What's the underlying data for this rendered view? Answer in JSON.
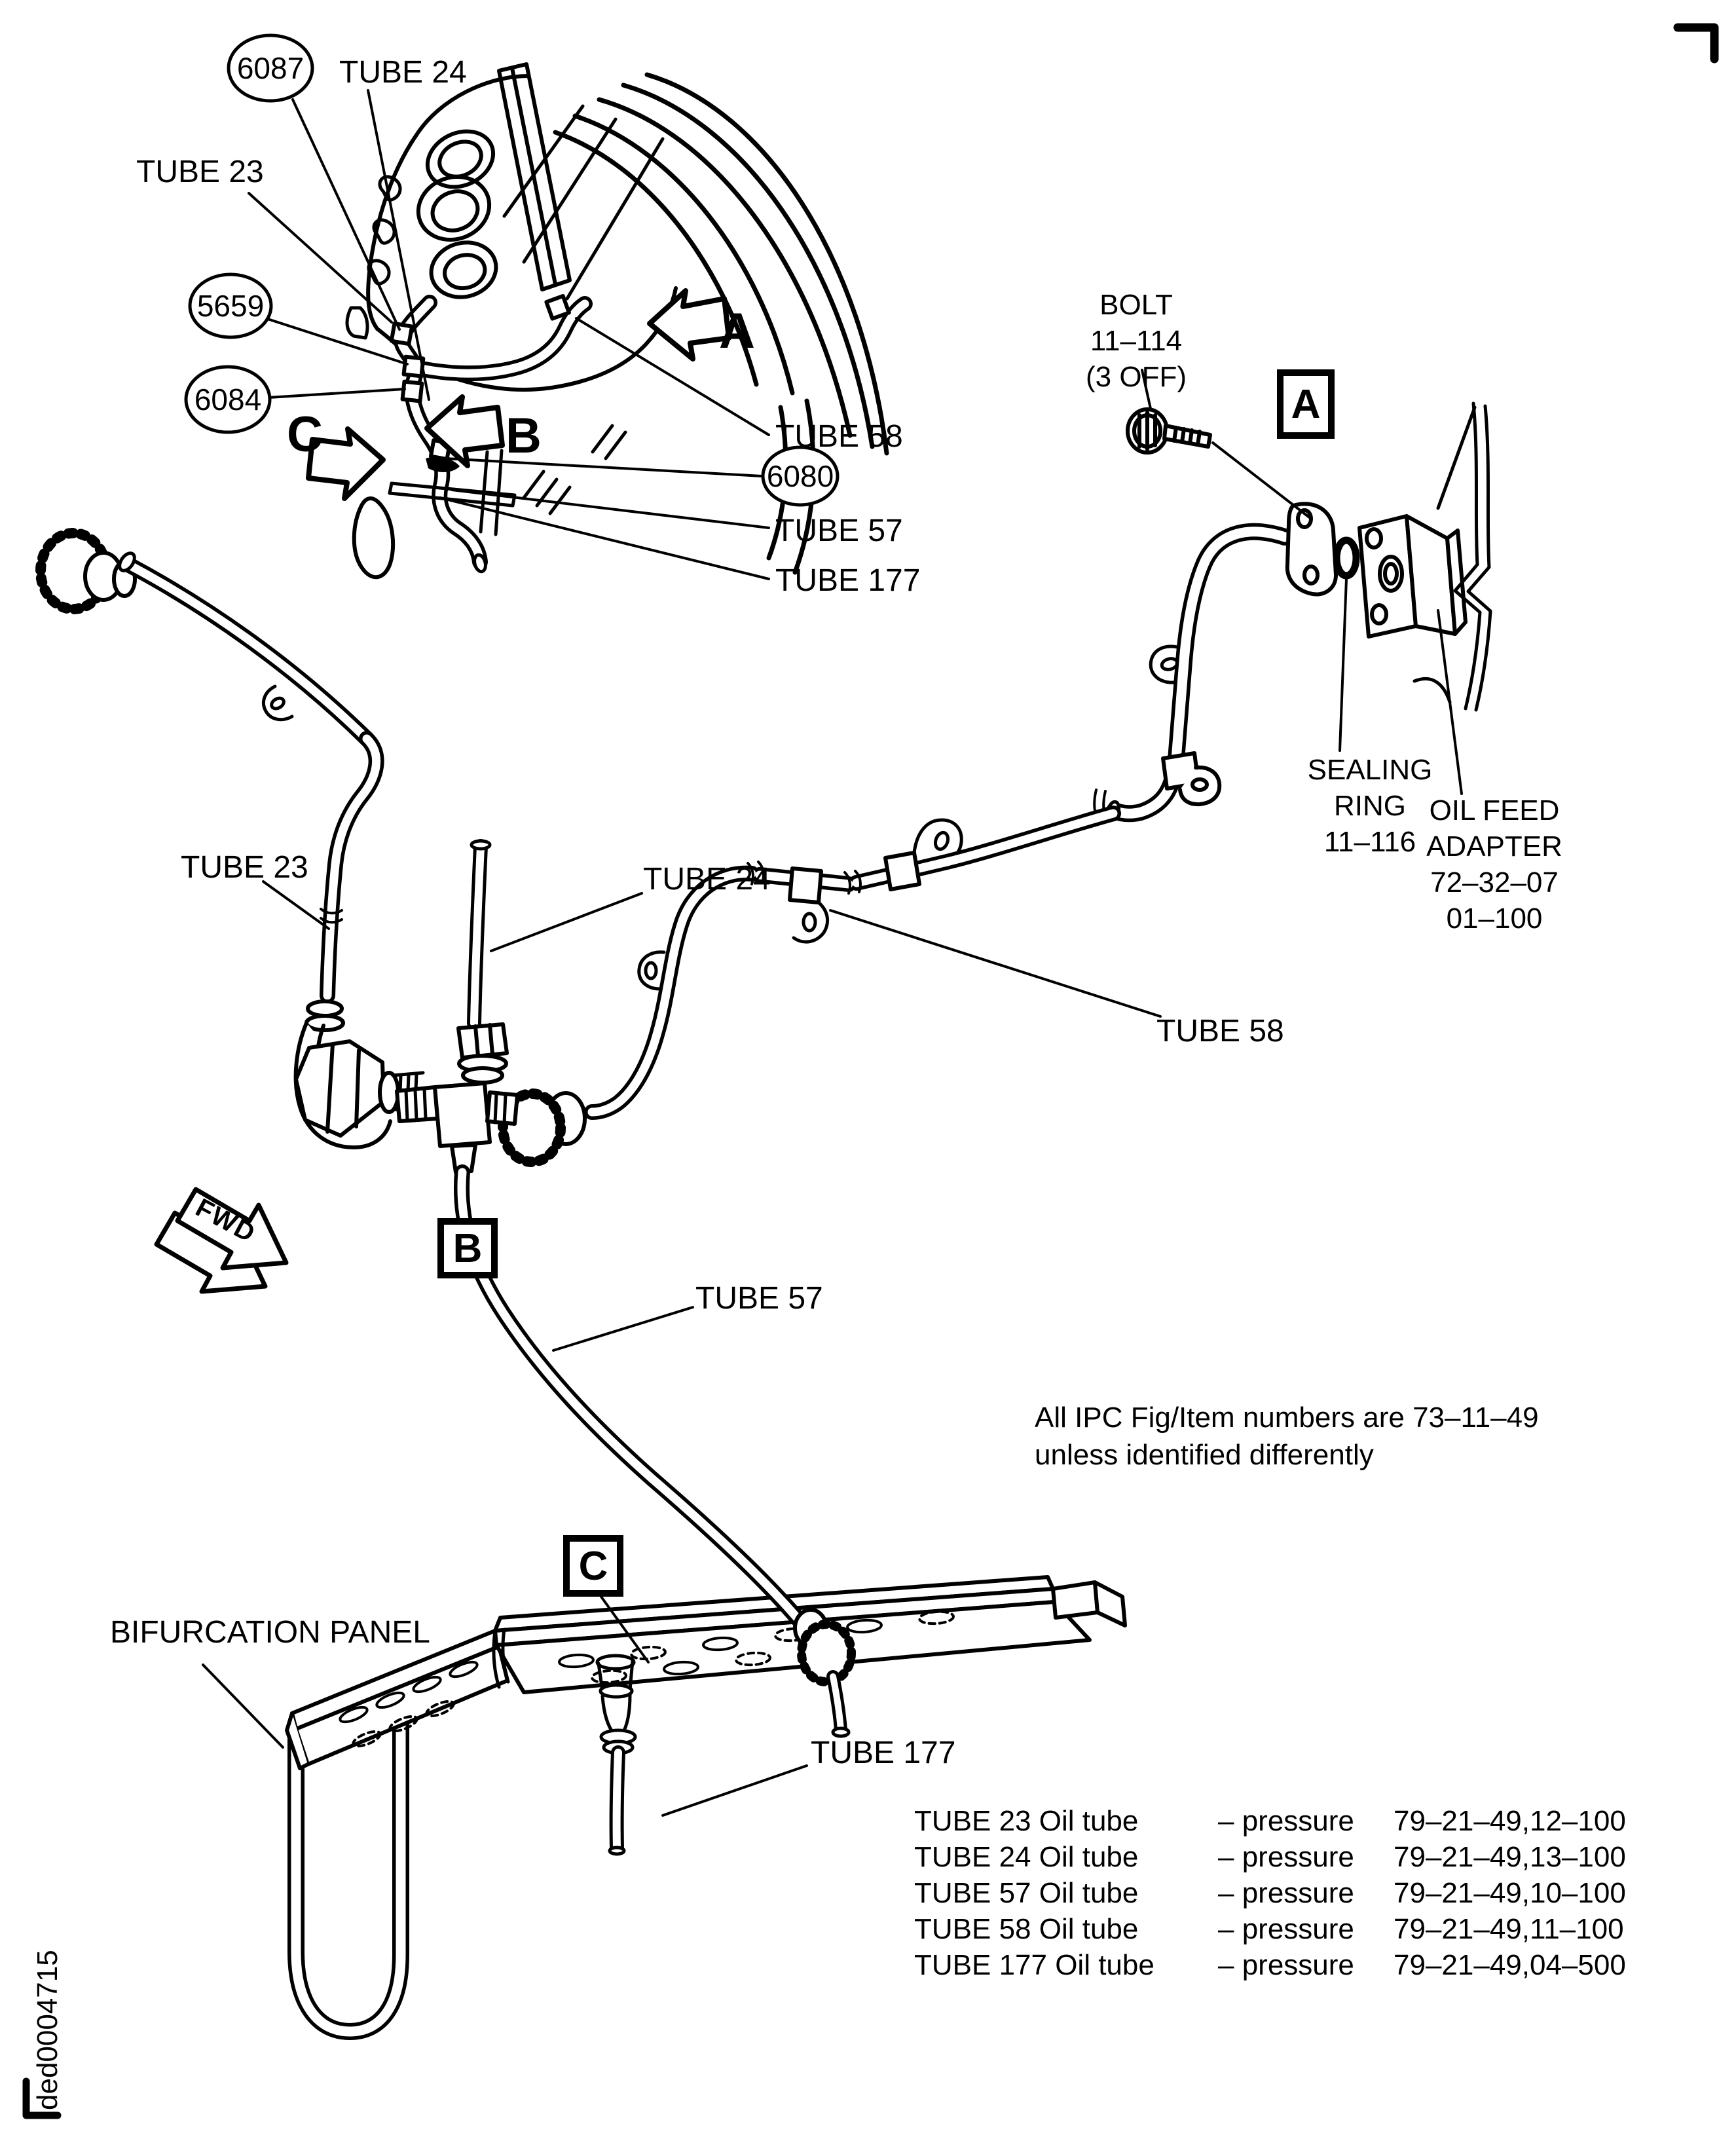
{
  "artwork_id": "ded0004715",
  "callouts": {
    "c6087": "6087",
    "c5659": "5659",
    "c6084": "6084",
    "c6080": "6080"
  },
  "detail_markers": {
    "a": "A",
    "b": "B",
    "c": "C"
  },
  "arrow_labels": {
    "a": "A",
    "b": "B",
    "c": "C"
  },
  "fwd": "FWD",
  "labels": {
    "tube24_top": "TUBE 24",
    "tube23_top": "TUBE 23",
    "tube58_eng": "TUBE 58",
    "tube57_eng": "TUBE 57",
    "tube177_eng": "TUBE 177",
    "bolt_l1": "BOLT",
    "bolt_l2": "11–114",
    "bolt_l3": "(3 OFF)",
    "sealing_l1": "SEALING",
    "sealing_l2": "RING",
    "sealing_l3": "11–116",
    "adapter_l1": "OIL FEED",
    "adapter_l2": "ADAPTER",
    "adapter_l3": "72–32–07",
    "adapter_l4": "01–100",
    "tube23_mid": "TUBE 23",
    "tube24_mid": "TUBE 24",
    "tube58_mid": "TUBE 58",
    "tube57_mid": "TUBE 57",
    "bif_panel": "BIFURCATION PANEL",
    "tube177_bot": "TUBE 177"
  },
  "note": {
    "line1": "All IPC Fig/Item numbers are 73–11–49",
    "line2": "unless identified differently"
  },
  "table": {
    "rows": [
      {
        "item": "TUBE 23 Oil tube",
        "desc": "– pressure",
        "ref": "79–21–49,12–100"
      },
      {
        "item": "TUBE 24 Oil tube",
        "desc": "– pressure",
        "ref": "79–21–49,13–100"
      },
      {
        "item": "TUBE 57 Oil tube",
        "desc": "– pressure",
        "ref": "79–21–49,10–100"
      },
      {
        "item": "TUBE 58 Oil tube",
        "desc": "– pressure",
        "ref": "79–21–49,11–100"
      },
      {
        "item": "TUBE 177 Oil tube",
        "desc": "– pressure",
        "ref": "79–21–49,04–500"
      }
    ]
  }
}
